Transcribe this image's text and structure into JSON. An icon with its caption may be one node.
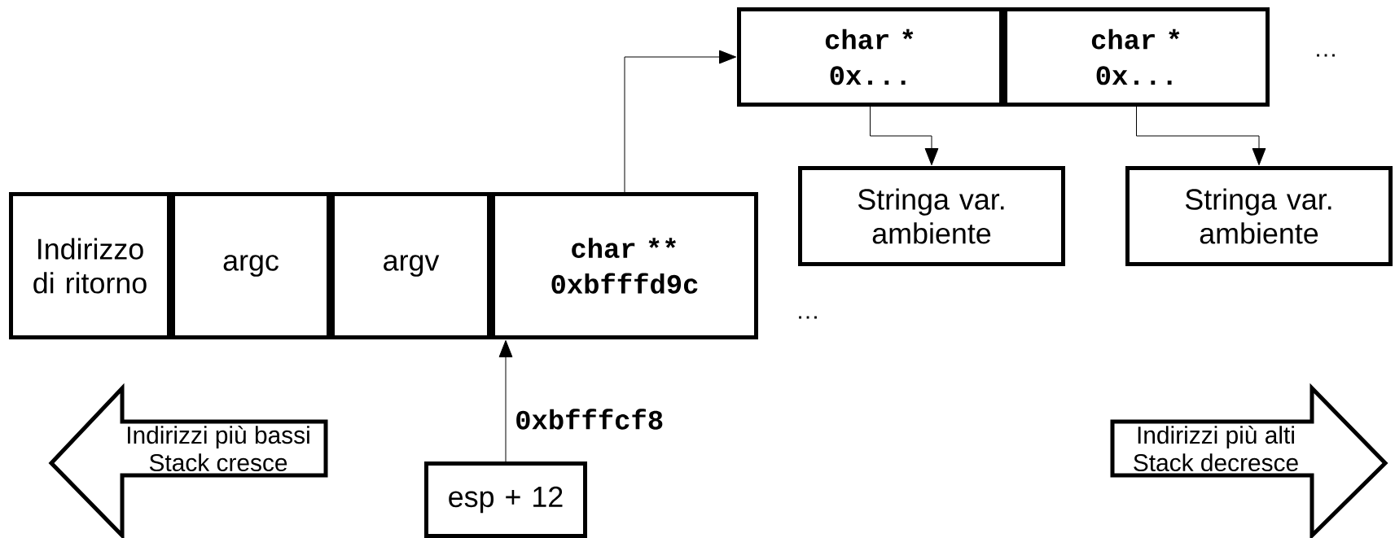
{
  "diagram": {
    "nodes": [
      {
        "text": [
          "Indirizzo di ritorno"
        ]
      },
      {
        "text": [
          "argc"
        ]
      },
      {
        "text": [
          "argv"
        ]
      },
      {
        "text": [
          "char **",
          "0xbfffd9c"
        ]
      },
      {
        "text": [
          "char *",
          "0x..."
        ]
      },
      {
        "text": [
          "char *",
          "0x..."
        ]
      },
      {
        "text": [
          "Stringa var. ambiente"
        ]
      },
      {
        "text": [
          "Stringa var. ambiente"
        ]
      },
      {
        "text": [
          "Indirizzi più bassi",
          "Stack cresce"
        ]
      },
      {
        "text": [
          "esp + 12"
        ]
      },
      {
        "text": [
          "Indirizzi più alti",
          "Stack decresce"
        ]
      }
    ],
    "edges": [
      {
        "from": 3,
        "to": 4,
        "arrow": "to"
      },
      {
        "from": 4,
        "to": 6,
        "arrow": "to"
      },
      {
        "from": 5,
        "to": 7,
        "arrow": "to"
      },
      {
        "from": 9,
        "to": 3,
        "arrow": "to",
        "label": "0xbfffcf8"
      }
    ],
    "labels": [
      "…",
      "…"
    ]
  }
}
